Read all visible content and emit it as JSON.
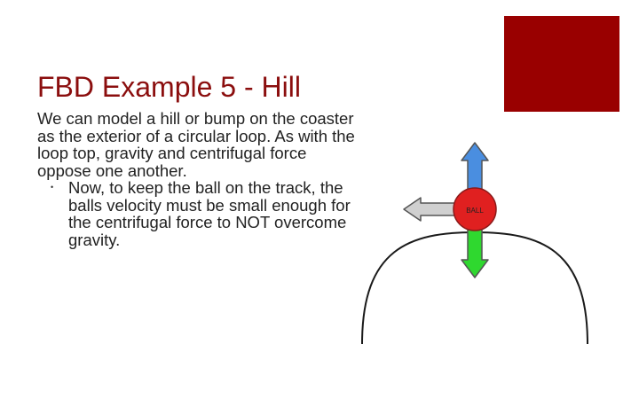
{
  "slide": {
    "title": "FBD Example 5 - Hill",
    "paragraph": "We can model a hill or bump on the coaster as the exterior of a circular loop. As with the loop top, gravity and centrifugal force oppose one another.",
    "bullets": [
      "Now, to keep the ball on the track, the balls velocity must be small enough for the centrifugal force to NOT overcome gravity."
    ]
  },
  "diagram": {
    "ball_label": "BALL",
    "colors": {
      "ball": "#e02020",
      "up_arrow": "#4a8ee0",
      "down_arrow": "#2fd82f",
      "left_arrow": "#d0d0d0",
      "hill": "#1a1a1a",
      "accent": "#990000"
    }
  }
}
